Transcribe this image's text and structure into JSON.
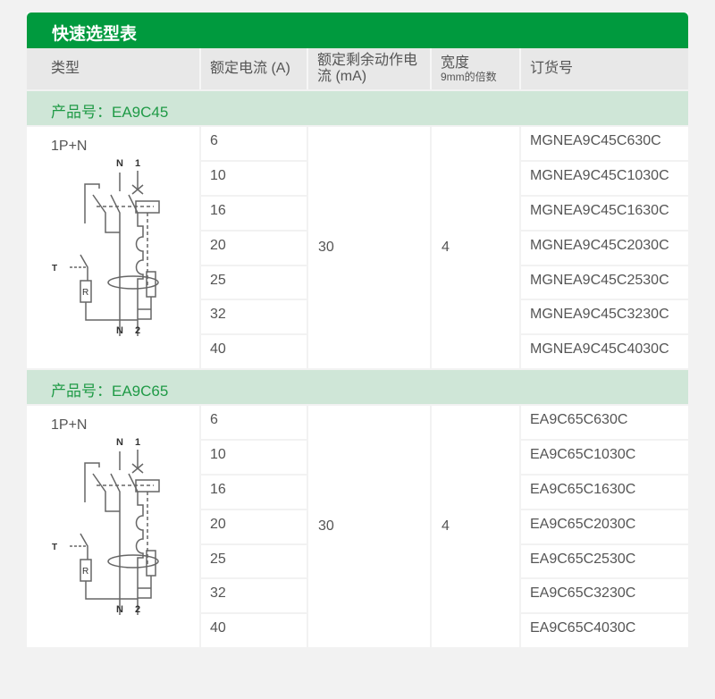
{
  "title": "快速选型表",
  "headers": {
    "type": "类型",
    "current": "额定电流 (A)",
    "residual": "额定剩余动作电流 (mA)",
    "width": "宽度",
    "width_sub": "9mm的倍数",
    "order": "订货号"
  },
  "groups": [
    {
      "label": "产品号：EA9C45",
      "type": "1P+N",
      "currents": [
        "6",
        "10",
        "16",
        "20",
        "25",
        "32",
        "40"
      ],
      "residual": "30",
      "width": "4",
      "orders": [
        "MGNEA9C45C630C",
        "MGNEA9C45C1030C",
        "MGNEA9C45C1630C",
        "MGNEA9C45C2030C",
        "MGNEA9C45C2530C",
        "MGNEA9C45C3230C",
        "MGNEA9C45C4030C"
      ]
    },
    {
      "label": "产品号：EA9C65",
      "type": "1P+N",
      "currents": [
        "6",
        "10",
        "16",
        "20",
        "25",
        "32",
        "40"
      ],
      "residual": "30",
      "width": "4",
      "orders": [
        "EA9C65C630C",
        "EA9C65C1030C",
        "EA9C65C1630C",
        "EA9C65C2030C",
        "EA9C65C2530C",
        "EA9C65C3230C",
        "EA9C65C4030C"
      ]
    }
  ],
  "diagram_labels": {
    "n": "N",
    "one": "1",
    "two": "2",
    "t": "T",
    "r": "R"
  }
}
